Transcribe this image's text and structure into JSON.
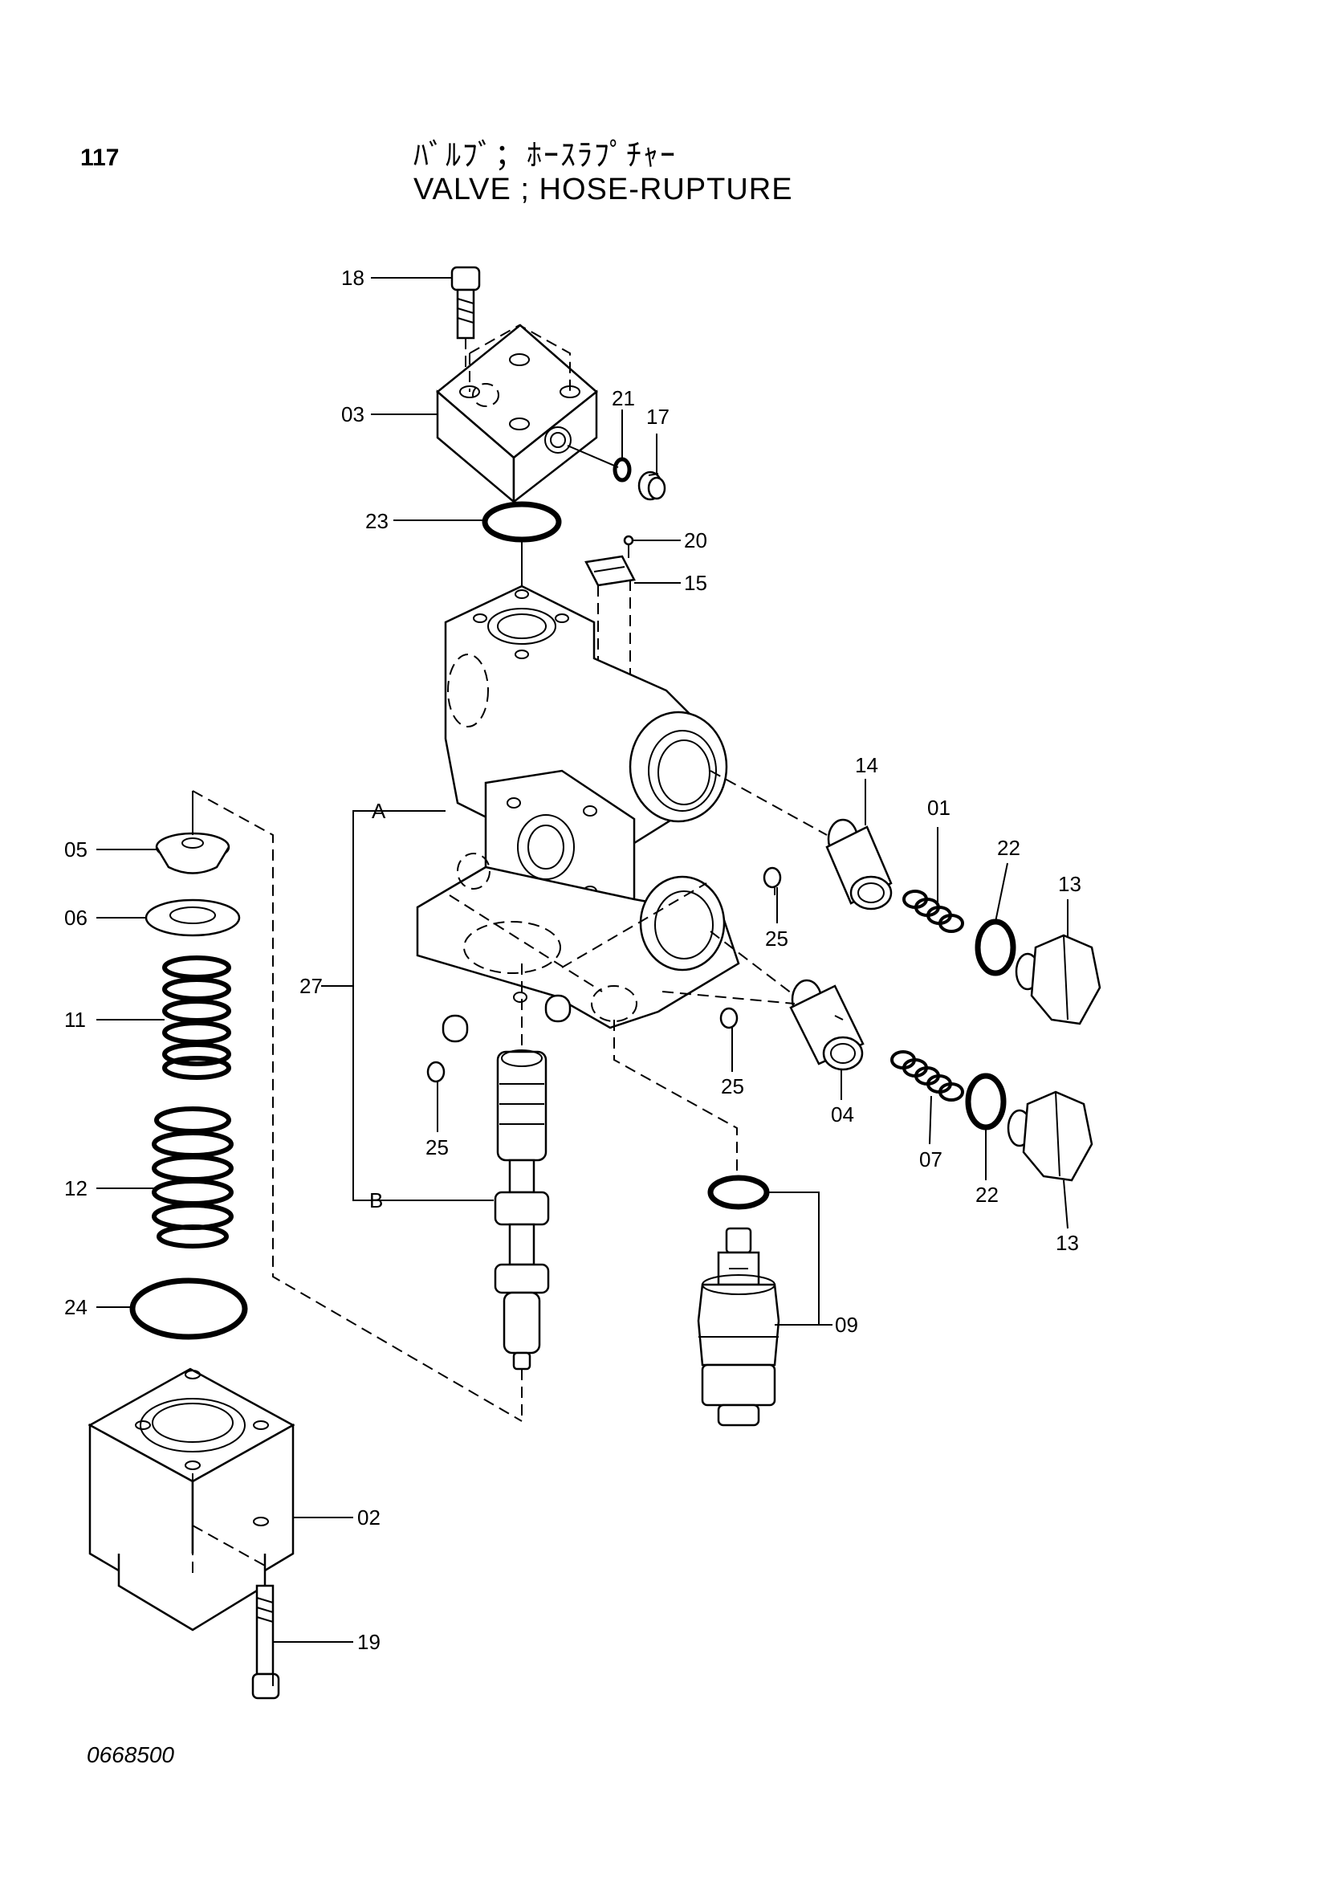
{
  "header": {
    "page_number": "117",
    "title_jp": "ﾊﾞﾙﾌﾞ；ﾎｰｽﾗﾌﾟﾁｬｰ",
    "title_en": "VALVE ; HOSE-RUPTURE"
  },
  "footer": {
    "drawing_number": "0668500"
  },
  "callouts": {
    "c18": "18",
    "c03": "03",
    "c21": "21",
    "c17": "17",
    "c23": "23",
    "c20": "20",
    "c15": "15",
    "c14": "14",
    "c01": "01",
    "c22a": "22",
    "c13a": "13",
    "c05": "05",
    "c06": "06",
    "c11": "11",
    "c12": "12",
    "c24": "24",
    "c27": "27",
    "cA": "A",
    "cB": "B",
    "c25a": "25",
    "c25b": "25",
    "c25c": "25",
    "c04": "04",
    "c07": "07",
    "c22b": "22",
    "c13b": "13",
    "c09": "09",
    "c02": "02",
    "c19": "19"
  }
}
